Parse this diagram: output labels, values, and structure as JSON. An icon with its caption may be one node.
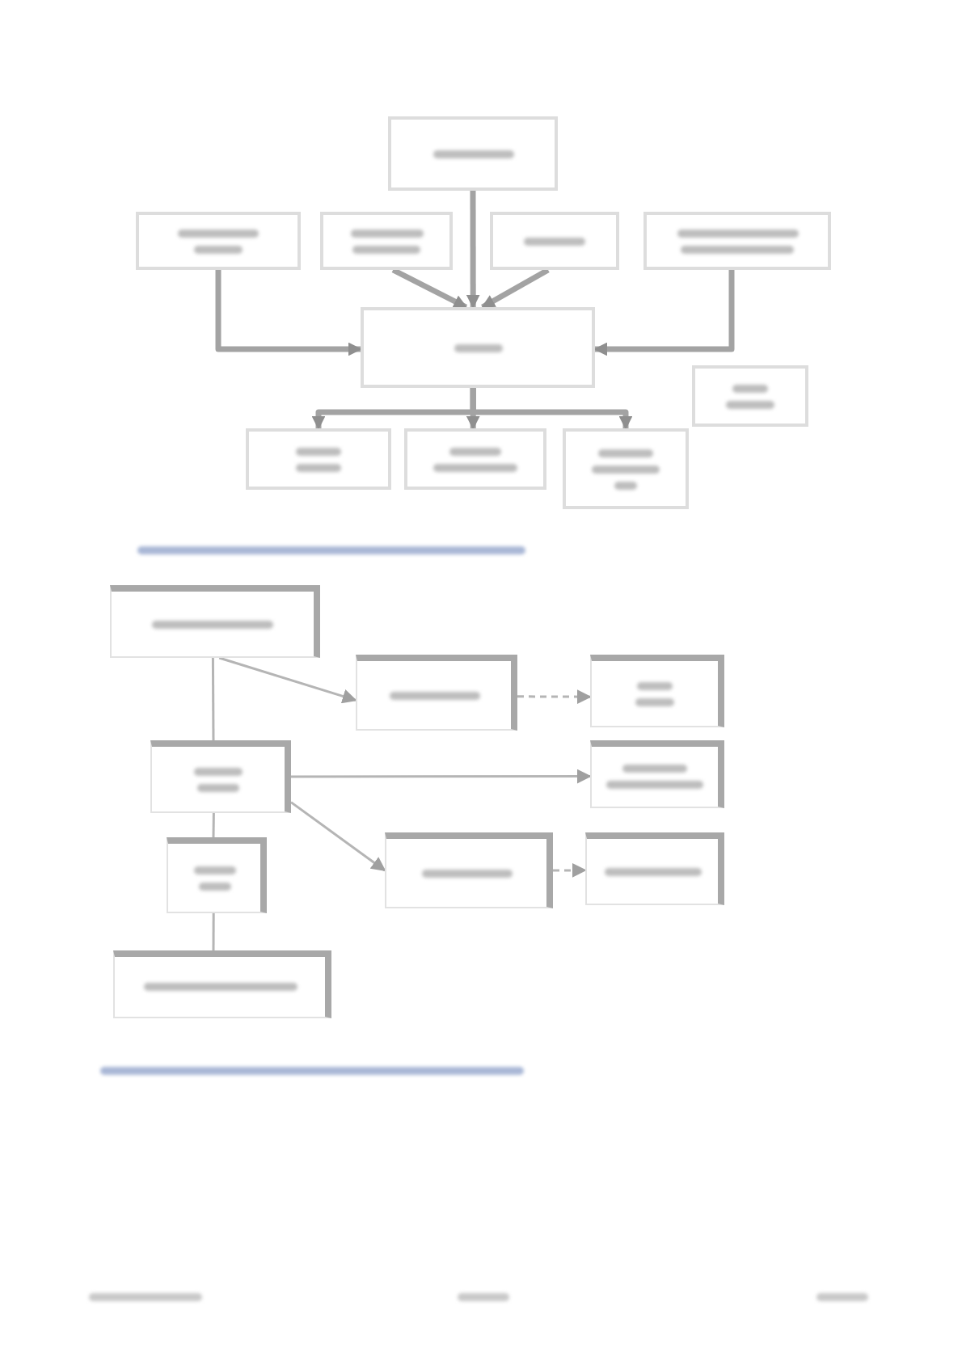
{
  "diagram": {
    "nodes": [
      {
        "text": [],
        "shape": "box"
      },
      {
        "text": [],
        "shape": "box"
      },
      {
        "text": [],
        "shape": "box"
      },
      {
        "text": [],
        "shape": "box"
      },
      {
        "text": [],
        "shape": "box"
      },
      {
        "text": [],
        "shape": "box"
      },
      {
        "text": [],
        "shape": "box"
      },
      {
        "text": [],
        "shape": "box"
      },
      {
        "text": [],
        "shape": "box"
      },
      {
        "text": [],
        "shape": "box"
      },
      {
        "text": [],
        "shape": "box"
      },
      {
        "text": [],
        "shape": "box"
      },
      {
        "text": [],
        "shape": "box"
      },
      {
        "text": [],
        "shape": "box"
      },
      {
        "text": [],
        "shape": "box"
      },
      {
        "text": [],
        "shape": "box"
      },
      {
        "text": [],
        "shape": "box"
      },
      {
        "text": [],
        "shape": "box"
      },
      {
        "text": [],
        "shape": "box"
      }
    ],
    "edges": [
      {
        "from": 0,
        "to": 5,
        "arrow": "to",
        "style": "thick"
      },
      {
        "from": 1,
        "to": 5,
        "arrow": "to",
        "style": "thick"
      },
      {
        "from": 2,
        "to": 5,
        "arrow": "to",
        "style": "thick"
      },
      {
        "from": 3,
        "to": 5,
        "arrow": "to",
        "style": "thick"
      },
      {
        "from": 4,
        "to": 5,
        "arrow": "to",
        "style": "thick"
      },
      {
        "from": 5,
        "to": 7,
        "arrow": "to",
        "style": "thick"
      },
      {
        "from": 5,
        "to": 8,
        "arrow": "to",
        "style": "thick"
      },
      {
        "from": 5,
        "to": 9,
        "arrow": "to",
        "style": "thick"
      },
      {
        "from": 10,
        "to": 13,
        "arrow": "none"
      },
      {
        "from": 10,
        "to": 11,
        "arrow": "to"
      },
      {
        "from": 11,
        "to": 12,
        "arrow": "to",
        "style": "dashed"
      },
      {
        "from": 13,
        "to": 14,
        "arrow": "to"
      },
      {
        "from": 13,
        "to": 16,
        "arrow": "to"
      },
      {
        "from": 16,
        "to": 17,
        "arrow": "to",
        "style": "dashed"
      },
      {
        "from": 13,
        "to": 15,
        "arrow": "none"
      },
      {
        "from": 15,
        "to": 18,
        "arrow": "none"
      }
    ]
  }
}
